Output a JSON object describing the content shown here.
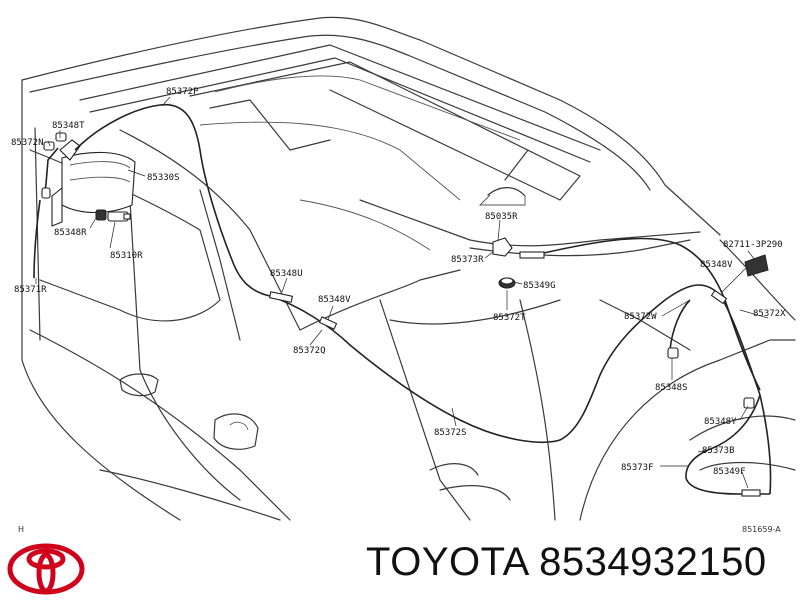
{
  "labels": {
    "p85372P": "85372P",
    "p85348T": "85348T",
    "p85372N": "85372N",
    "p85330S": "85330S",
    "p85348R": "85348R",
    "p85310R": "85310R",
    "p85371R": "85371R",
    "p85035R": "85035R",
    "p85373R": "85373R",
    "p85349G": "85349G",
    "p85372T": "85372T",
    "p85348U": "85348U",
    "p85348V_mid": "85348V",
    "p85372Q": "85372Q",
    "p82711": "82711-3P290",
    "p85348V_right": "85348V",
    "p85372W": "85372W",
    "p85372X": "85372X",
    "p85348S": "85348S",
    "p85348Y": "85348Y",
    "p85372S": "85372S",
    "p85373B": "85373B",
    "p85373F": "85373F",
    "p85349F": "85349F",
    "corner_left": "H",
    "diagram_id": "851659-A"
  },
  "brand": {
    "text": "TOYOTA 8534932150",
    "logo_color": "#d0021b"
  }
}
